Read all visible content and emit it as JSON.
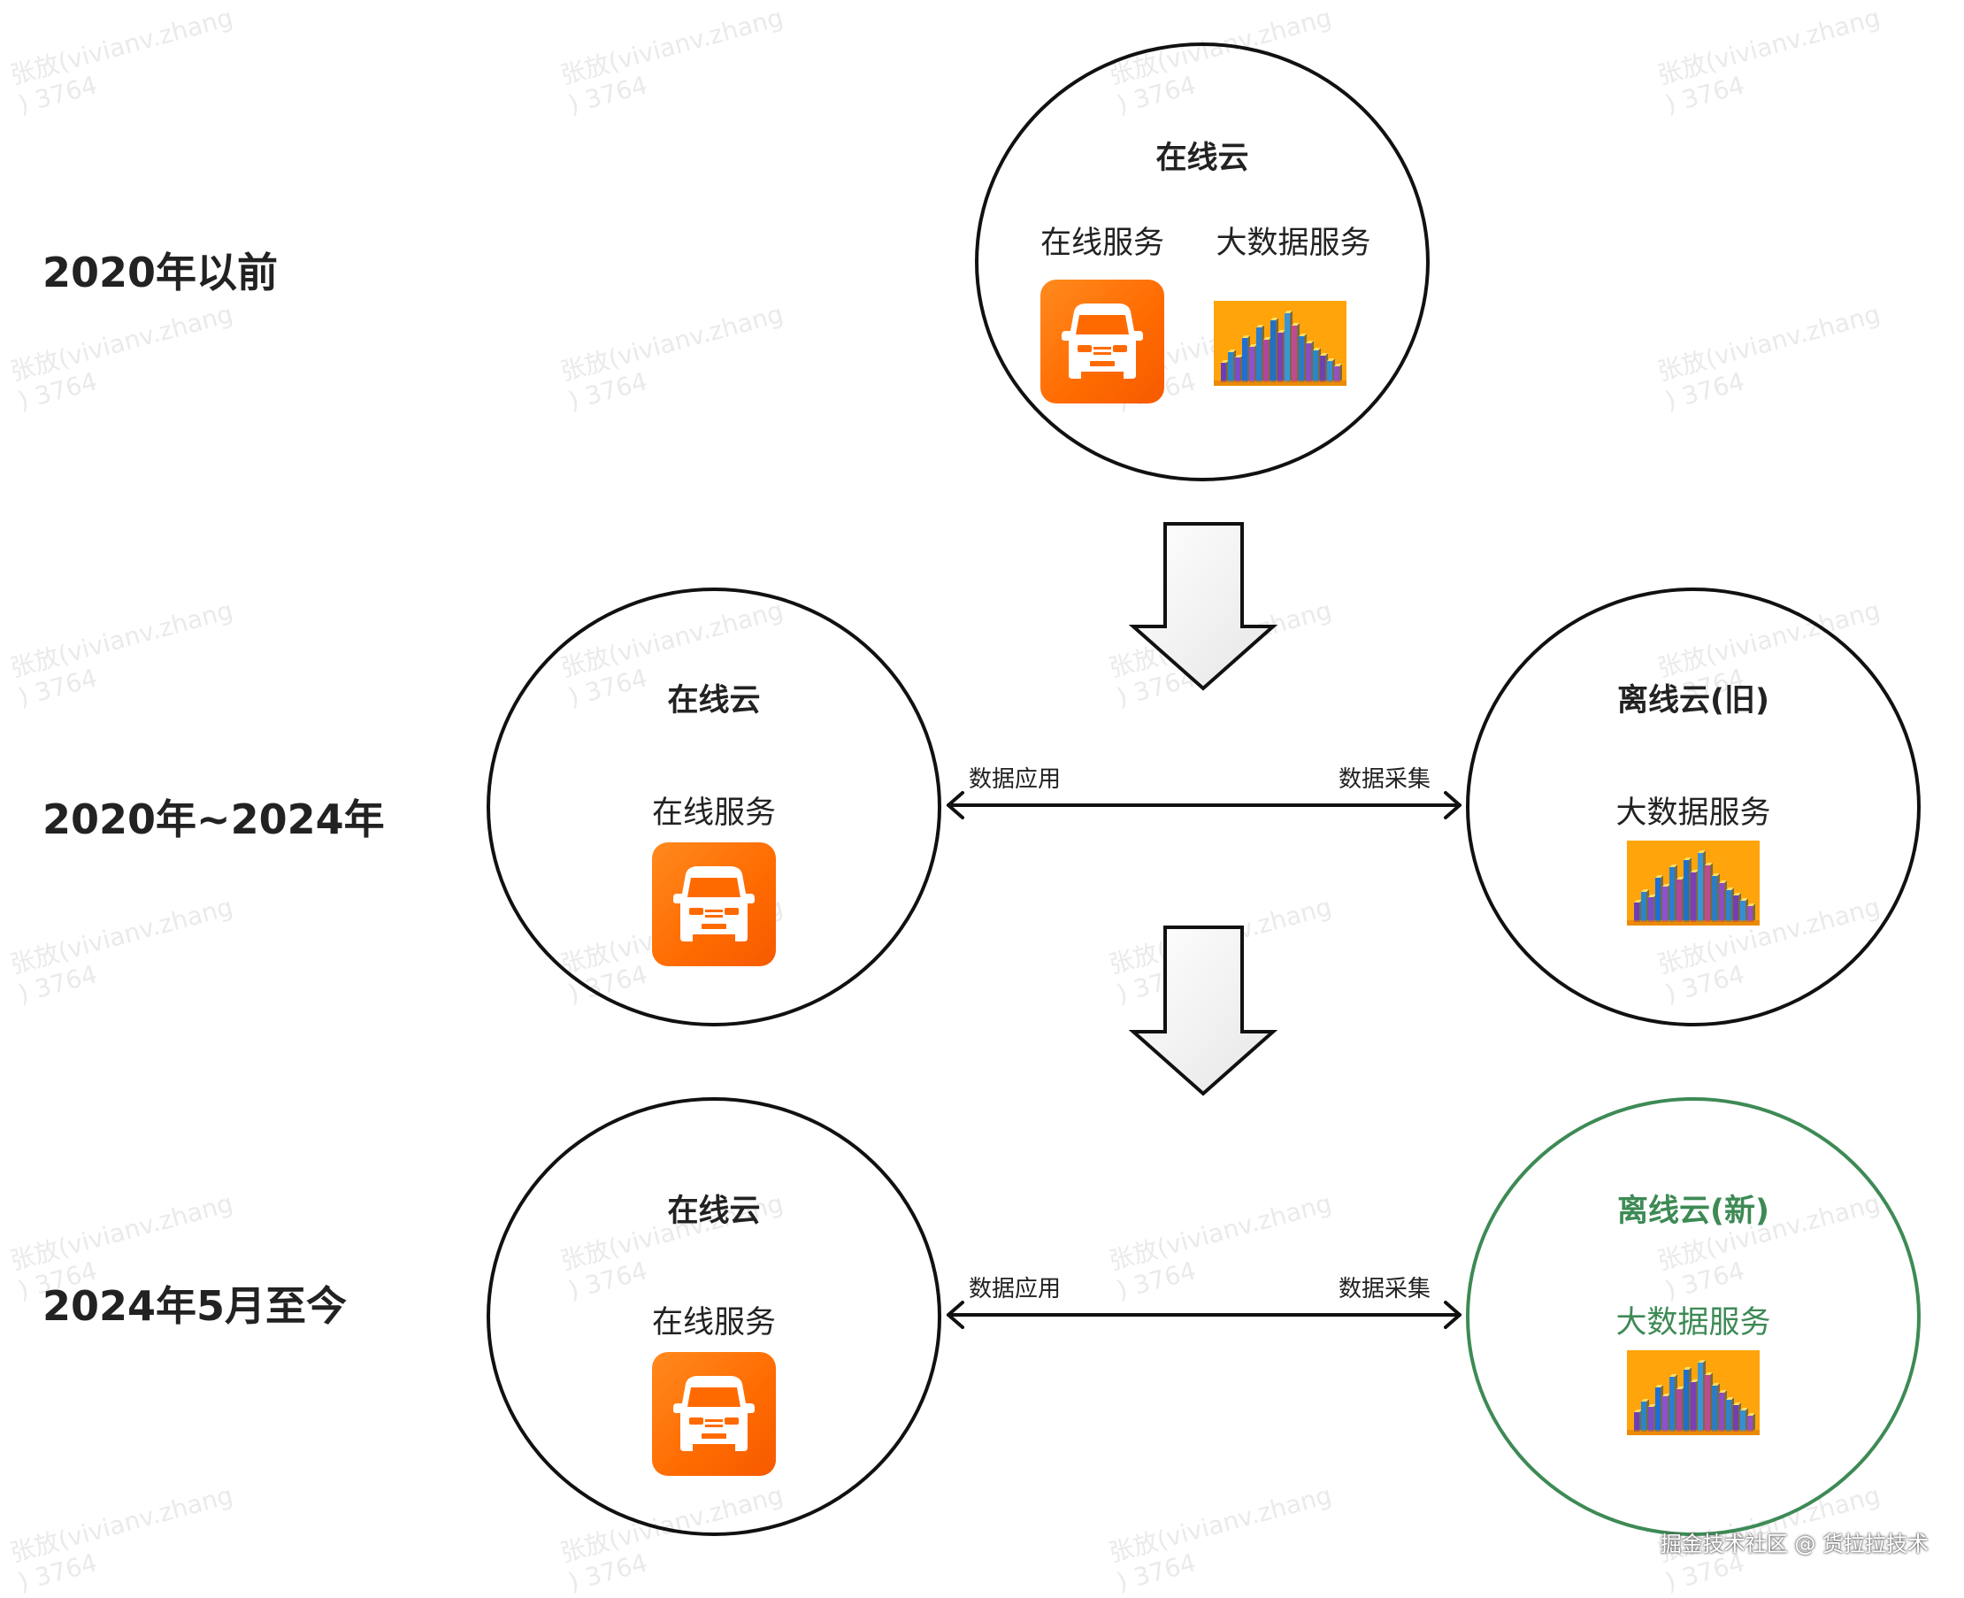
{
  "eras": [
    {
      "label": "2020年以前"
    },
    {
      "label": "2020年~2024年"
    },
    {
      "label": "2024年5月至今"
    }
  ],
  "clouds": {
    "online_top": {
      "title": "在线云",
      "service_online": "在线服务",
      "service_bigdata": "大数据服务"
    },
    "online_mid": {
      "title": "在线云",
      "service": "在线服务"
    },
    "offline_old": {
      "title": "离线云(旧)",
      "service": "大数据服务"
    },
    "online_bot": {
      "title": "在线云",
      "service": "在线服务"
    },
    "offline_new": {
      "title": "离线云(新)",
      "service": "大数据服务"
    }
  },
  "links": {
    "mid": {
      "left_label": "数据应用",
      "right_label": "数据采集"
    },
    "bot": {
      "left_label": "数据应用",
      "right_label": "数据采集"
    }
  },
  "watermark": {
    "line1": "张放(vivianv.zhang",
    "line2": ") 3764"
  },
  "credit": "掘金技术社区 @ 货拉拉技术",
  "colors": {
    "new_highlight": "#3d8a55",
    "truck_orange": "#ff6a00",
    "chart_bg": "#ffa40a"
  },
  "icons": {
    "online_service": "truck-icon",
    "bigdata_service": "bar-chart-icon"
  }
}
